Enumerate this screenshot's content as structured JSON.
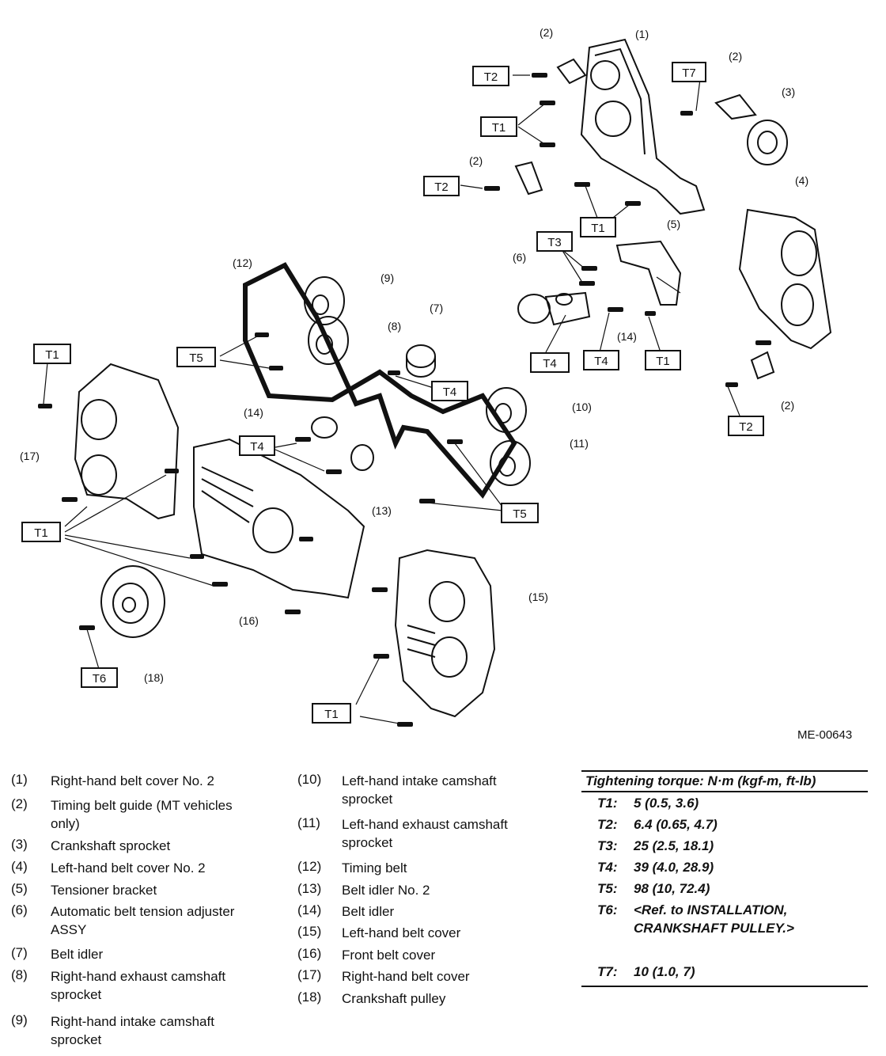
{
  "figure_code": "ME-00643",
  "torque_boxes": [
    "T1",
    "T2",
    "T3",
    "T4",
    "T5",
    "T6",
    "T7"
  ],
  "callouts": [
    "(1)",
    "(2)",
    "(3)",
    "(4)",
    "(5)",
    "(6)",
    "(7)",
    "(8)",
    "(9)",
    "(10)",
    "(11)",
    "(12)",
    "(13)",
    "(14)",
    "(15)",
    "(16)",
    "(17)",
    "(18)"
  ],
  "legend_left": [
    {
      "num": "(1)",
      "text": "Right-hand belt cover No. 2"
    },
    {
      "num": "(2)",
      "text": "Timing belt guide (MT vehicles only)"
    },
    {
      "num": "(3)",
      "text": "Crankshaft sprocket"
    },
    {
      "num": "(4)",
      "text": "Left-hand belt cover No. 2"
    },
    {
      "num": "(5)",
      "text": "Tensioner bracket"
    },
    {
      "num": "(6)",
      "text": "Automatic belt tension adjuster ASSY"
    },
    {
      "num": "(7)",
      "text": "Belt idler"
    },
    {
      "num": "(8)",
      "text": "Right-hand exhaust camshaft sprocket"
    },
    {
      "num": "(9)",
      "text": "Right-hand intake camshaft sprocket"
    }
  ],
  "legend_right": [
    {
      "num": "(10)",
      "text": "Left-hand intake camshaft sprocket"
    },
    {
      "num": "(11)",
      "text": "Left-hand exhaust camshaft sprocket"
    },
    {
      "num": "(12)",
      "text": "Timing belt"
    },
    {
      "num": "(13)",
      "text": "Belt idler No. 2"
    },
    {
      "num": "(14)",
      "text": "Belt idler"
    },
    {
      "num": "(15)",
      "text": "Left-hand belt cover"
    },
    {
      "num": "(16)",
      "text": "Front belt cover"
    },
    {
      "num": "(17)",
      "text": "Right-hand belt cover"
    },
    {
      "num": "(18)",
      "text": "Crankshaft pulley"
    }
  ],
  "torque": {
    "title": "Tightening torque: N·m (kgf-m, ft-lb)",
    "rows": [
      {
        "label": "T1:",
        "value": "5 (0.5, 3.6)"
      },
      {
        "label": "T2:",
        "value": "6.4 (0.65, 4.7)"
      },
      {
        "label": "T3:",
        "value": "25 (2.5, 18.1)"
      },
      {
        "label": "T4:",
        "value": "39 (4.0, 28.9)"
      },
      {
        "label": "T5:",
        "value": "98 (10, 72.4)"
      },
      {
        "label": "T6:",
        "value": "<Ref. to INSTALLATION, CRANKSHAFT PULLEY.>"
      },
      {
        "label": "T7:",
        "value": "10 (1.0, 7)"
      }
    ]
  }
}
